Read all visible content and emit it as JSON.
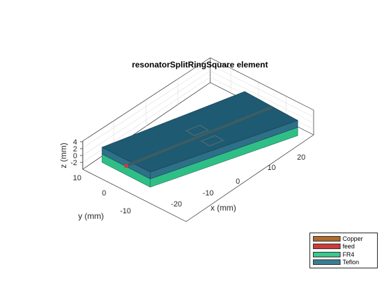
{
  "figure": {
    "title": "resonatorSplitRingSquare element"
  },
  "axes": {
    "x": {
      "label": "x (mm)",
      "ticks": [
        "-20",
        "-10",
        "0",
        "10",
        "20"
      ]
    },
    "y": {
      "label": "y (mm)",
      "ticks": [
        "10",
        "0",
        "-10"
      ]
    },
    "z": {
      "label": "z (mm)",
      "ticks": [
        "4",
        "2",
        "0",
        "-2"
      ]
    }
  },
  "legend": {
    "entries": [
      {
        "label": "Copper",
        "color": "#b06a2c"
      },
      {
        "label": "feed",
        "color": "#cc3b3b"
      },
      {
        "label": "FR4",
        "color": "#3bc78f"
      },
      {
        "label": "Teflon",
        "color": "#3b7d8f"
      }
    ]
  },
  "colors": {
    "teflon_top": "#1e5a72",
    "teflon_side": "#2d7088",
    "fr4": "#2fbf86",
    "copper_strip": "#3d5c63",
    "feed": "#cc3b3b",
    "grid": "#e2e2e2",
    "axis": "#262626"
  }
}
